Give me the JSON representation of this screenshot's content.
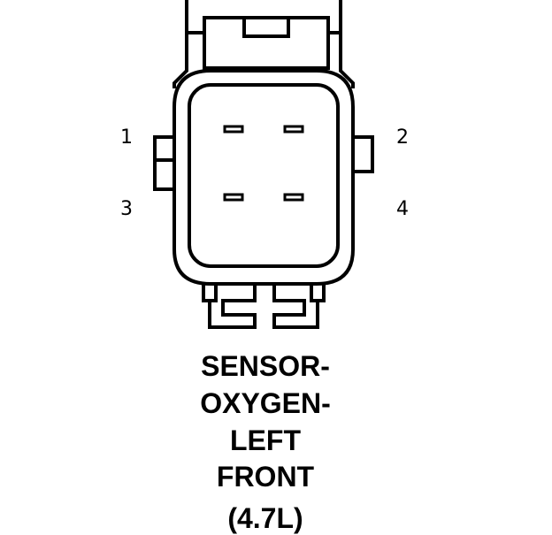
{
  "pins": {
    "p1": "1",
    "p2": "2",
    "p3": "3",
    "p4": "4"
  },
  "caption": {
    "line1": "SENSOR-",
    "line2": "OXYGEN-",
    "line3": "LEFT",
    "line4": "FRONT",
    "line5": "(4.7L)"
  },
  "colors": {
    "stroke": "#000000",
    "background": "#ffffff"
  }
}
